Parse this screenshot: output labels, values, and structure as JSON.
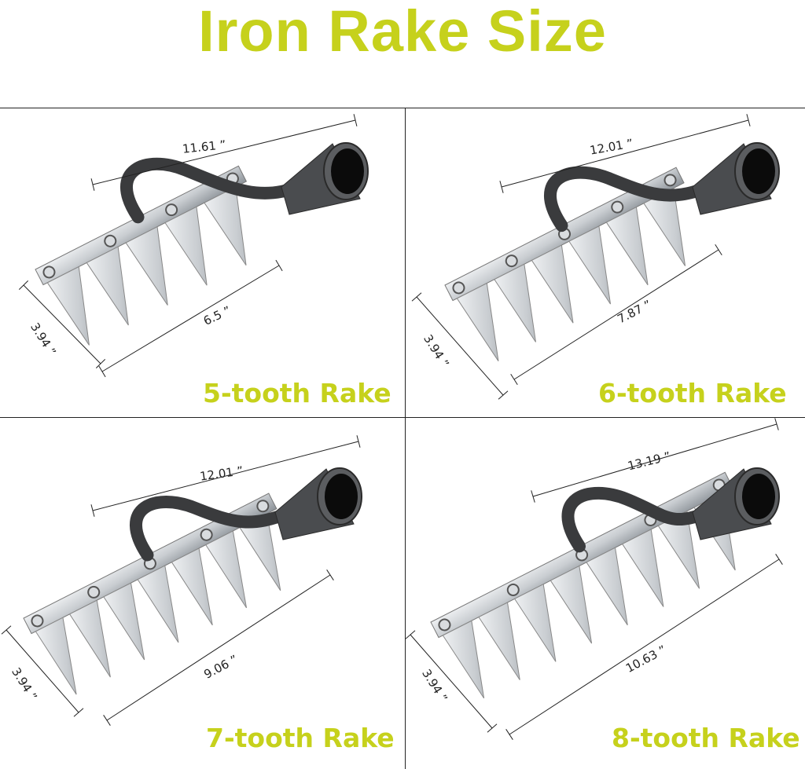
{
  "title": "Iron Rake Size",
  "colors": {
    "accent": "#c6d11c",
    "steel": "#c9cdd1",
    "iron": "#3a3b3d"
  },
  "panels": [
    {
      "caption": "5-tooth Rake",
      "length": "11.61 ”",
      "width": "6.5 ”",
      "depth": "3.94 ”",
      "teeth": 5
    },
    {
      "caption": "6-tooth Rake",
      "length": "12.01 ”",
      "width": "7.87 ”",
      "depth": "3.94 ”",
      "teeth": 6
    },
    {
      "caption": "7-tooth Rake",
      "length": "12.01 ”",
      "width": "9.06 ”",
      "depth": "3.94 ”",
      "teeth": 7
    },
    {
      "caption": "8-tooth Rake",
      "length": "13.19 ”",
      "width": "10.63 ”",
      "depth": "3.94 ”",
      "teeth": 8
    }
  ]
}
